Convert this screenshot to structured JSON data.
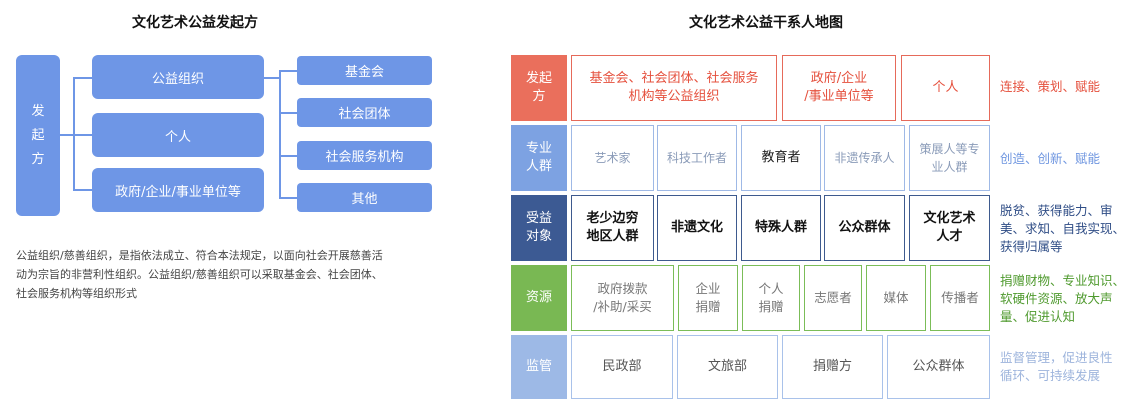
{
  "left": {
    "title": "文化艺术公益发起方",
    "root": [
      "发",
      "起",
      "方"
    ],
    "level1": [
      "公益组织",
      "个人",
      "政府/企业/事业单位等"
    ],
    "level2": [
      "基金会",
      "社会团体",
      "社会服务机构",
      "其他"
    ],
    "note": [
      "公益组织/慈善组织，是指依法成立、符合本法规定，以面向社会开展慈善活",
      "动为宗旨的非营利性组织。公益组织/慈善组织可以采取基金会、社会团体、",
      "社会服务机构等组织形式"
    ]
  },
  "right": {
    "title": "文化艺术公益干系人地图",
    "rows": [
      {
        "header": [
          "发起",
          "方"
        ],
        "cells": [
          [
            "基金会、社会团体、社会服务",
            "机构等公益组织"
          ],
          [
            "政府/企业",
            "/事业单位等"
          ],
          [
            "个人"
          ]
        ],
        "side": [
          "连接、策划、赋能"
        ]
      },
      {
        "header": [
          "专业",
          "人群"
        ],
        "cells": [
          [
            "艺术家"
          ],
          [
            "科技工作者"
          ],
          [
            "教育者"
          ],
          [
            "非遗传承人"
          ],
          [
            "策展人等专",
            "业人群"
          ]
        ],
        "side": [
          "创造、创新、赋能"
        ]
      },
      {
        "header": [
          "受益",
          "对象"
        ],
        "cells": [
          [
            "老少边穷",
            "地区人群"
          ],
          [
            "非遗文化"
          ],
          [
            "特殊人群"
          ],
          [
            "公众群体"
          ],
          [
            "文化艺术",
            "人才"
          ]
        ],
        "side": [
          "脱贫、获得能力、审",
          "美、求知、自我实现、",
          "获得归属等"
        ]
      },
      {
        "header": [
          "资源"
        ],
        "cells": [
          [
            "政府拨款",
            "/补助/采买"
          ],
          [
            "企业",
            "捐赠"
          ],
          [
            "个人",
            "捐赠"
          ],
          [
            "志愿者"
          ],
          [
            "媒体"
          ],
          [
            "传播者"
          ]
        ],
        "side": [
          "捐赠财物、专业知识、",
          "软硬件资源、放大声",
          "量、促进认知"
        ]
      },
      {
        "header": [
          "监管"
        ],
        "cells": [
          [
            "民政部"
          ],
          [
            "文旅部"
          ],
          [
            "捐赠方"
          ],
          [
            "公众群体"
          ]
        ],
        "side": [
          "监督管理，促进良性",
          "循环、可持续发展"
        ]
      }
    ]
  },
  "colors": {
    "blue_box": "#6e96e6",
    "row1_header": "#ea6f5c",
    "row2_header": "#7da2e2",
    "row3_header": "#3c5a93",
    "row4_header": "#79b853",
    "row5_header": "#9db9e6"
  }
}
